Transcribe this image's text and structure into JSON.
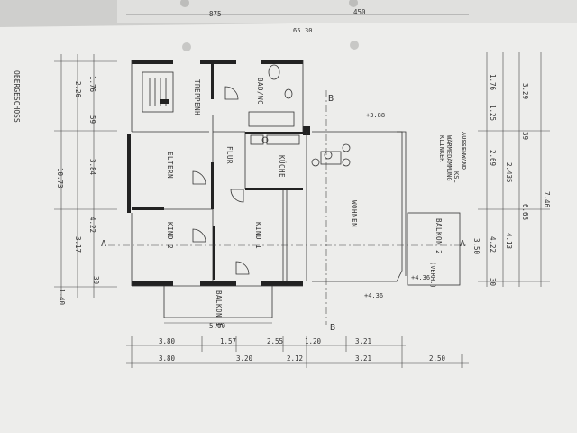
{
  "drawing": {
    "floor_title": "OBERGESCHOSS",
    "rooms": {
      "treppenh": "TREPPENH",
      "bad_wc": "BAD/WC",
      "flur": "FLUR",
      "kueche": "KÜCHE",
      "eltern": "ELTERN",
      "wohnen": "WOHNEN",
      "kind1": "KIND 1",
      "kind2": "KIND 2",
      "balkon1": "BALKON 1",
      "balkon2": "BALKON 2",
      "balkon2_note": "(VERH.)"
    },
    "section_marks": {
      "a_left": "A",
      "a_right": "A",
      "b_top": "B",
      "b_bottom": "B"
    },
    "wall_note": [
      "AUSSENWAND",
      "KSL",
      "WÄRMEDÄMMUNG",
      "KLINKER"
    ],
    "top_dims": [
      "875",
      "450",
      "65",
      "30"
    ],
    "left_dims": [
      "1.76",
      "2.26",
      "59",
      "3.84",
      "10.73",
      "4.22",
      "3.17",
      "30",
      "1.40"
    ],
    "right_dims_a": [
      "1.76",
      "1.25",
      "2.69",
      "4.22",
      "3.50",
      "30"
    ],
    "right_dims_b": [
      "3.29",
      "2.435",
      "4.13",
      "6.68",
      "7.46",
      "39"
    ],
    "bottom_dims_row1": [
      "3.80",
      "1.57",
      "2.55",
      "1.20",
      "3.21"
    ],
    "bottom_dims_row2": [
      "3.80",
      "3.20",
      "2.12",
      "3.21",
      "2.50"
    ],
    "balkon_width": "5.00",
    "level_marks": [
      "+3.88",
      "+4.36",
      "+4.36"
    ]
  }
}
